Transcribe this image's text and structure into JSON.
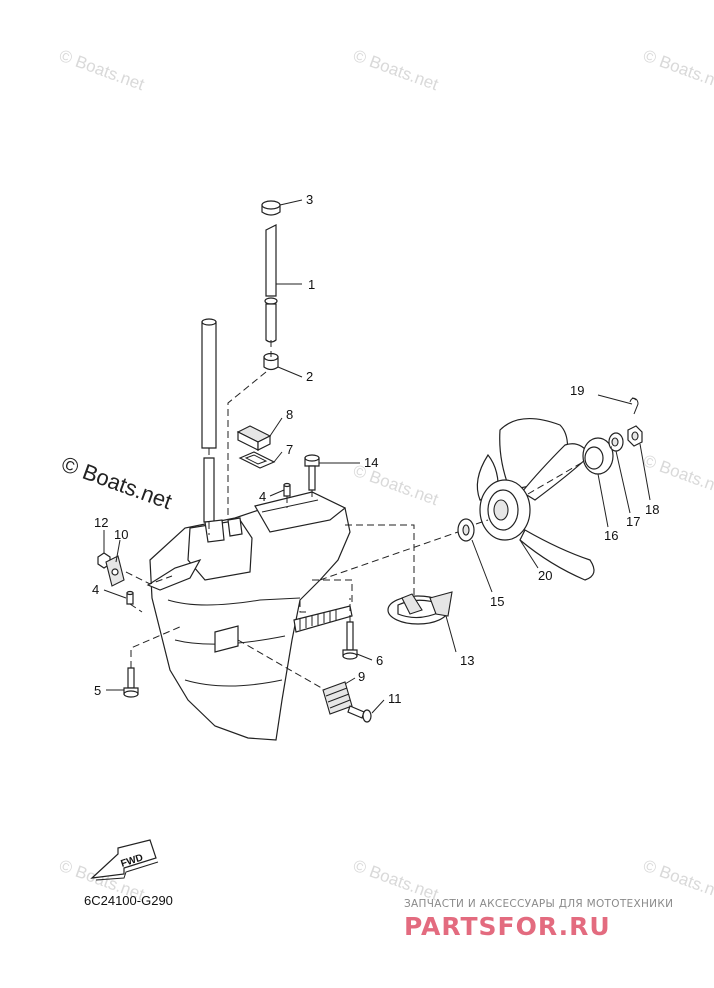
{
  "watermark": {
    "text": "© Boats.net"
  },
  "diagram_code": "6C24100-G290",
  "fwd_label": "FWD",
  "brand": {
    "subtitle": "ЗАПЧАСТИ И АКСЕССУАРЫ ДЛЯ МОТОТЕХНИКИ",
    "name": "PARTSFOR.RU",
    "color": "#e36b7f"
  },
  "callouts": [
    {
      "id": "c1",
      "label": "1"
    },
    {
      "id": "c2",
      "label": "2"
    },
    {
      "id": "c3",
      "label": "3"
    },
    {
      "id": "c4a",
      "label": "4"
    },
    {
      "id": "c4b",
      "label": "4"
    },
    {
      "id": "c5",
      "label": "5"
    },
    {
      "id": "c6",
      "label": "6"
    },
    {
      "id": "c7",
      "label": "7"
    },
    {
      "id": "c8",
      "label": "8"
    },
    {
      "id": "c9",
      "label": "9"
    },
    {
      "id": "c10",
      "label": "10"
    },
    {
      "id": "c11",
      "label": "11"
    },
    {
      "id": "c12",
      "label": "12"
    },
    {
      "id": "c13",
      "label": "13"
    },
    {
      "id": "c14",
      "label": "14"
    },
    {
      "id": "c15",
      "label": "15"
    },
    {
      "id": "c16",
      "label": "16"
    },
    {
      "id": "c17",
      "label": "17"
    },
    {
      "id": "c18",
      "label": "18"
    },
    {
      "id": "c19",
      "label": "19"
    },
    {
      "id": "c20",
      "label": "20"
    }
  ]
}
